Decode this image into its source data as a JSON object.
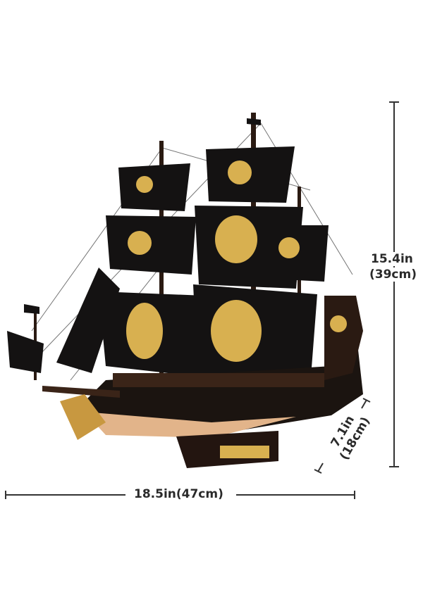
{
  "product": {
    "image_subject": "pirate-ship-model",
    "colors": {
      "sail": "#141212",
      "gold": "#d8b050",
      "hull_wood": "#e2b48a",
      "wood_dark": "#3a2418",
      "line": "#3a3a3a"
    }
  },
  "dimensions": {
    "height_in": "15.4in",
    "height_cm": "(39cm)",
    "width": "18.5in(47cm)",
    "depth_in": "7.1in",
    "depth_cm": "(18cm)"
  }
}
